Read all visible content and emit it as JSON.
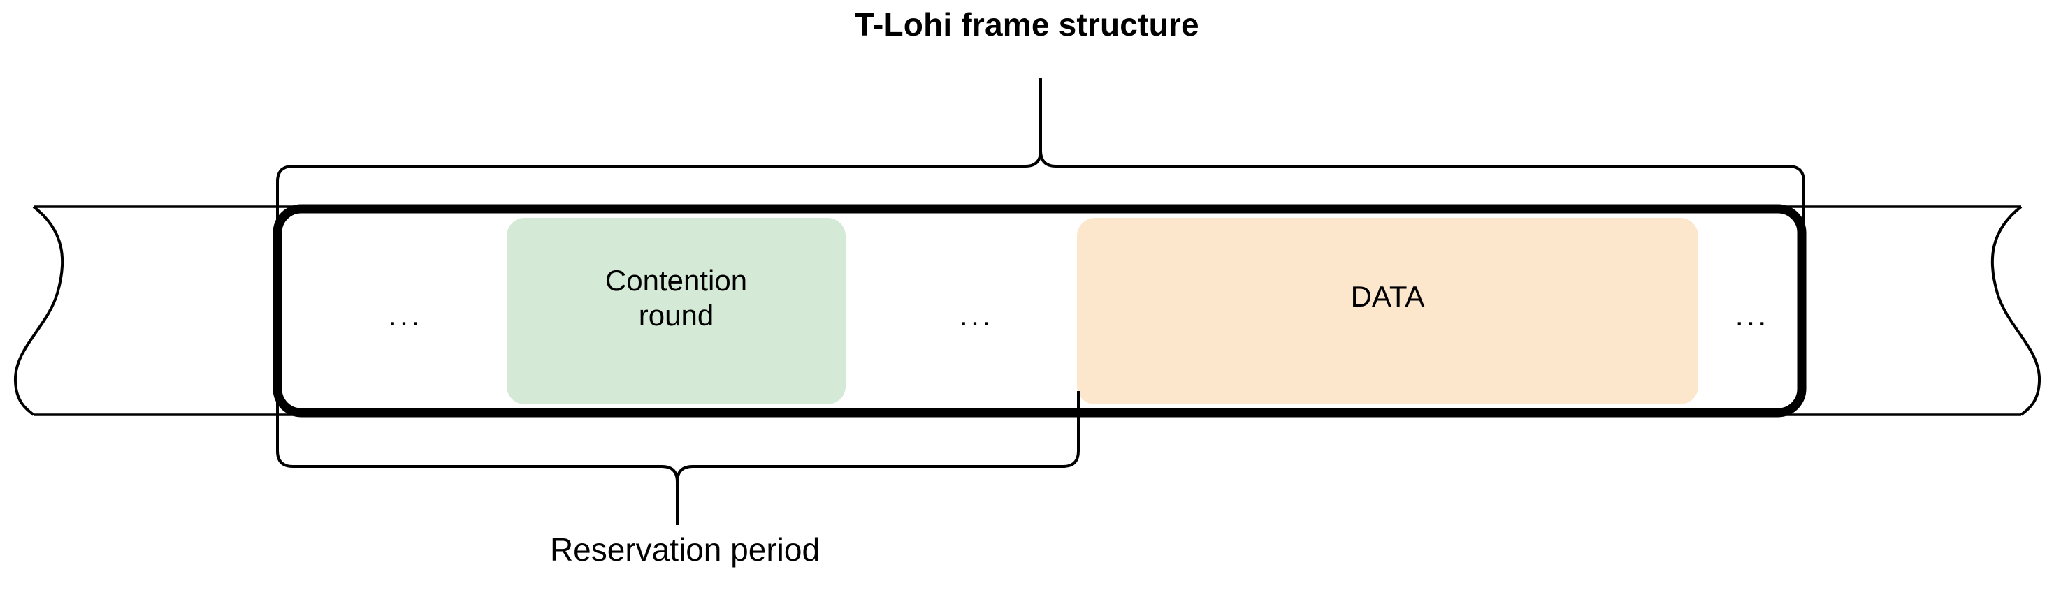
{
  "diagram": {
    "title": "T-Lohi frame structure",
    "type": "frame-structure-timeline"
  },
  "frame": {
    "outer_band": {
      "name": "continuing-timeline-band",
      "left_break": "wavy",
      "right_break": "wavy"
    },
    "segments": [
      {
        "id": "gap-left",
        "label": "...",
        "fill": "#ffffff"
      },
      {
        "id": "contention-round",
        "label": "Contention\nround",
        "label_line1": "Contention",
        "label_line2": "round",
        "fill": "#d4ead6"
      },
      {
        "id": "gap-mid",
        "label": "...",
        "fill": "#ffffff"
      },
      {
        "id": "data",
        "label": "DATA",
        "fill": "#fce6cc"
      },
      {
        "id": "gap-right",
        "label": "...",
        "fill": "#ffffff"
      }
    ]
  },
  "annotations": {
    "top_brace": {
      "label": "T-Lohi frame structure",
      "spans": "whole frame"
    },
    "bottom_brace": {
      "label": "Reservation period",
      "spans": "frame start to DATA start"
    }
  },
  "ellipses": {
    "first": "...",
    "second": "...",
    "third": "..."
  },
  "colors": {
    "contention_fill": "#d4ead6",
    "data_fill": "#fce6cc",
    "stroke": "#000000",
    "background": "#ffffff"
  }
}
